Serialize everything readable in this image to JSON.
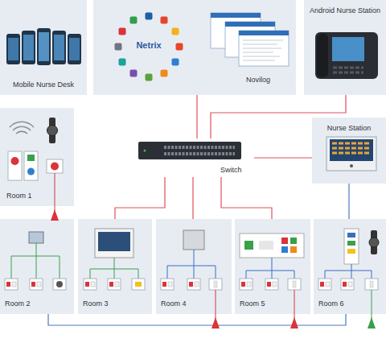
{
  "diagram": {
    "nodes": [
      {
        "text": [
          "Mobile Nurse Desk"
        ]
      },
      {
        "text": [
          "Novilog"
        ]
      },
      {
        "text": [
          "Android Nurse Station"
        ]
      },
      {
        "text": [
          "Room 1"
        ]
      },
      {
        "text": [
          "Switch"
        ]
      },
      {
        "text": [
          "Nurse Station"
        ]
      },
      {
        "text": [
          "Room 2"
        ]
      },
      {
        "text": [
          "Room 3"
        ]
      },
      {
        "text": [
          "Room 4"
        ]
      },
      {
        "text": [
          "Room 5"
        ]
      },
      {
        "text": [
          "Room 6"
        ]
      }
    ],
    "edges": [
      {
        "from": 4,
        "to": 1,
        "arrow": "none"
      },
      {
        "from": 4,
        "to": 2,
        "arrow": "none"
      },
      {
        "from": 4,
        "to": 5,
        "arrow": "none"
      },
      {
        "from": 4,
        "to": 7,
        "arrow": "none"
      },
      {
        "from": 4,
        "to": 8,
        "arrow": "none"
      },
      {
        "from": 4,
        "to": 9,
        "arrow": "none"
      },
      {
        "from": 5,
        "to": 10,
        "arrow": "none"
      },
      {
        "from": 6,
        "to": 10,
        "arrow": "none"
      }
    ],
    "labels": [
      "Netrix"
    ]
  }
}
